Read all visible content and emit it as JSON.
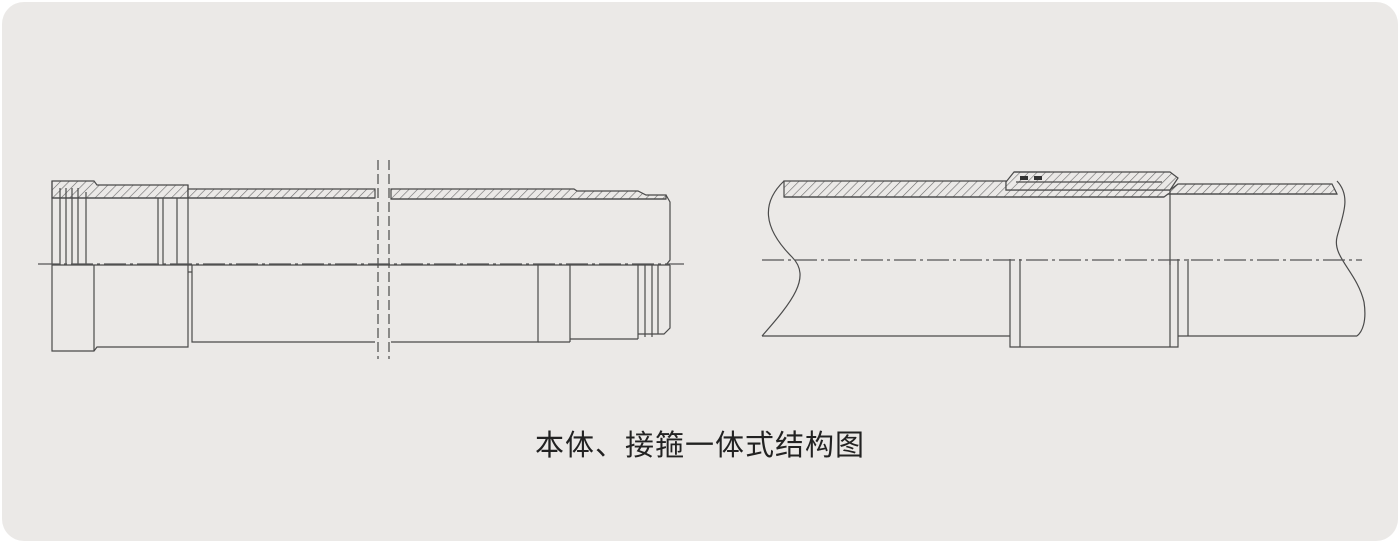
{
  "caption": "本体、接箍一体式结构图",
  "figures": [
    {
      "name": "integral-pipe-body-with-socket",
      "style": "cross-section with hatched wall"
    },
    {
      "name": "pipe-joint-with-coupling",
      "style": "cross-section with hatched wall, break lines at both ends"
    }
  ],
  "colors": {
    "background": "#ebe9e7",
    "line": "#4a4a4a",
    "hatch": "#6a6a6a",
    "caption_text": "#222222"
  }
}
